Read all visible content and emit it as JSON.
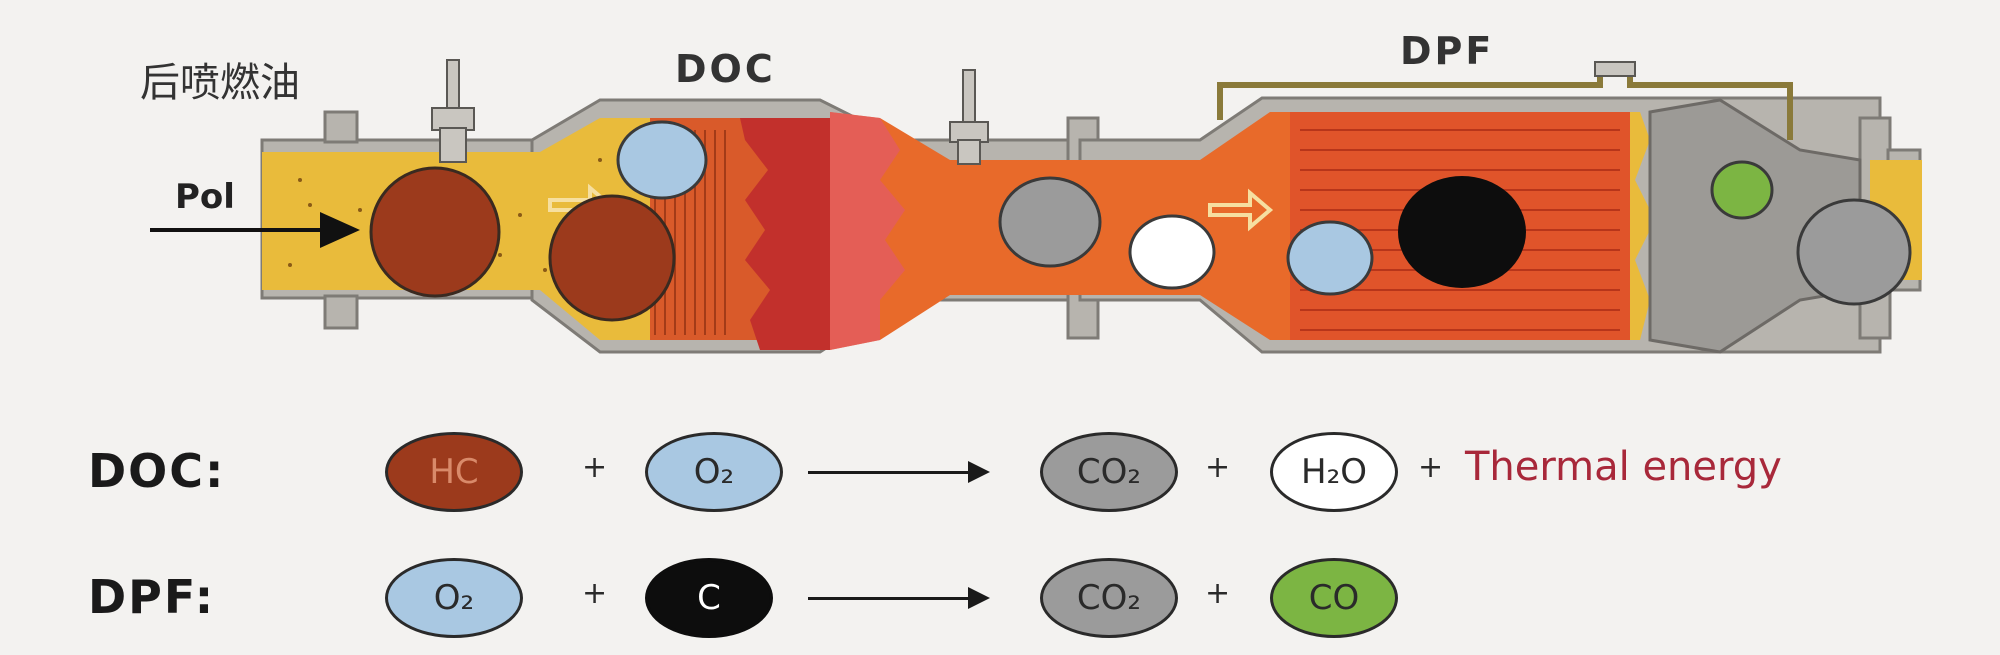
{
  "diagram": {
    "labels": {
      "post_injection": "后喷燃油",
      "doc": "DOC",
      "dpf": "DPF",
      "pol": "Pol"
    }
  },
  "equations": [
    {
      "title": "DOC:",
      "reactants": [
        {
          "text": "HC",
          "color": "#9c3a1c",
          "text_color": "#d98a6a"
        },
        {
          "text": "O₂",
          "color": "#a9c8e2",
          "text_color": "#2a2a2a"
        }
      ],
      "products": [
        {
          "text": "CO₂",
          "color": "#9b9b9b",
          "text_color": "#2a2a2a"
        },
        {
          "text": "H₂O",
          "color": "#ffffff",
          "text_color": "#2a2a2a"
        }
      ],
      "extra": "Thermal energy",
      "plus": "+"
    },
    {
      "title": "DPF:",
      "reactants": [
        {
          "text": "O₂",
          "color": "#a9c8e2",
          "text_color": "#2a2a2a"
        },
        {
          "text": "C",
          "color": "#0d0d0d",
          "text_color": "#ffffff"
        }
      ],
      "products": [
        {
          "text": "CO₂",
          "color": "#9b9b9b",
          "text_color": "#2a2a2a"
        },
        {
          "text": "CO",
          "color": "#7cb543",
          "text_color": "#2a2a2a"
        }
      ],
      "plus": "+"
    }
  ]
}
